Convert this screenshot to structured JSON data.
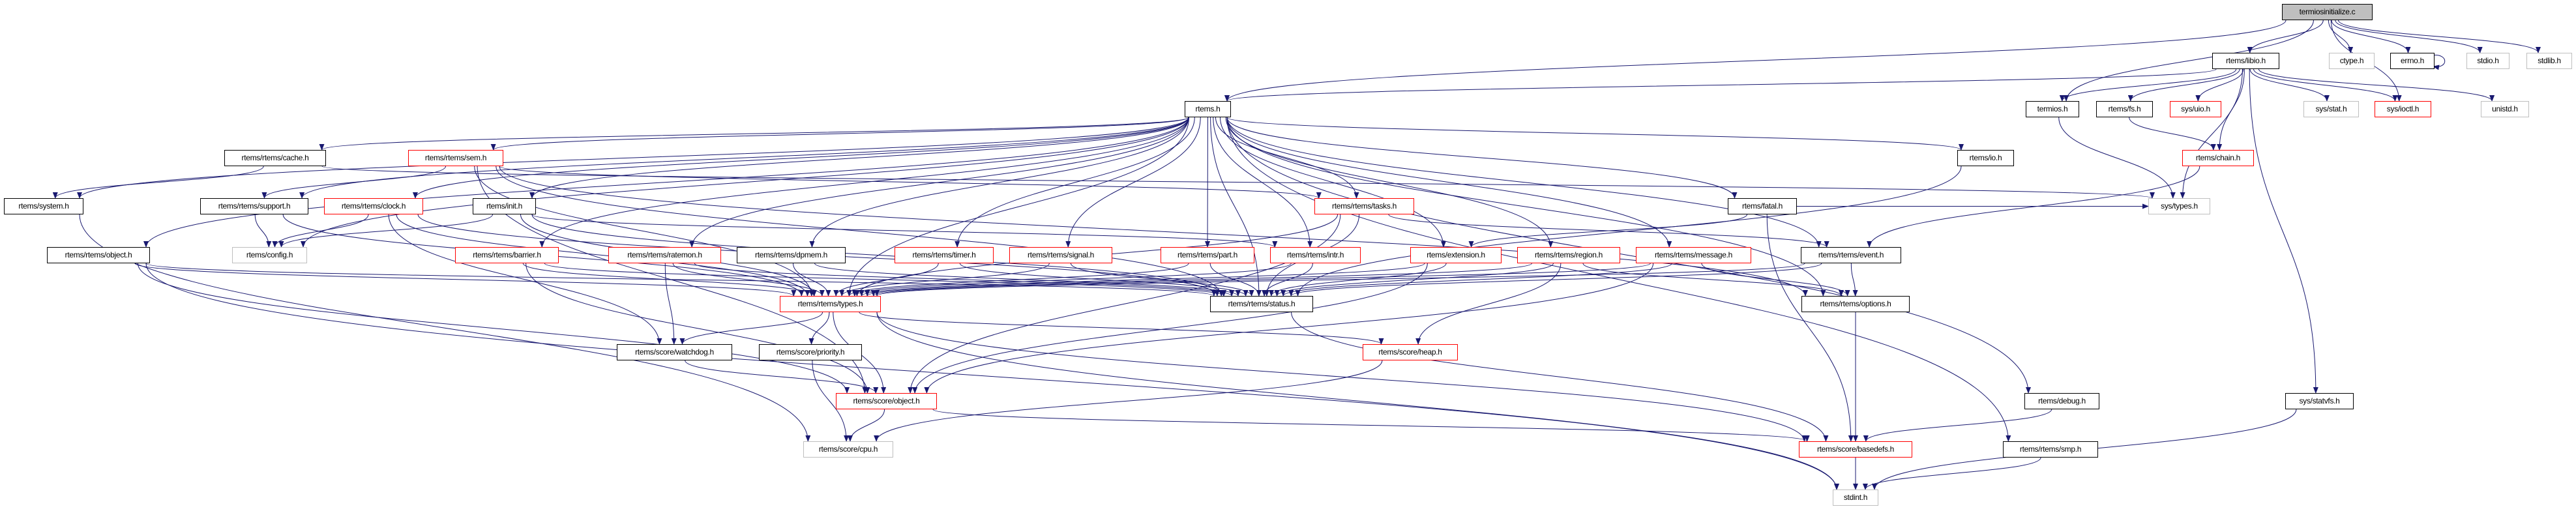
{
  "graph": {
    "edge_color": "#191970",
    "nodes": {
      "root": "termiosinitialize.c",
      "libio": "rtems/libio.h",
      "ctype": "ctype.h",
      "errno": "errno.h",
      "stdio": "stdio.h",
      "stdlib": "stdlib.h",
      "rtems": "rtems.h",
      "termios": "termios.h",
      "fs": "rtems/fs.h",
      "uio": "sys/uio.h",
      "stat": "sys/stat.h",
      "ioctl": "sys/ioctl.h",
      "unistd": "unistd.h",
      "cache": "rtems/rtems/cache.h",
      "sem": "rtems/rtems/sem.h",
      "io": "rtems/io.h",
      "chain": "rtems/chain.h",
      "system": "rtems/system.h",
      "support": "rtems/rtems/support.h",
      "clock": "rtems/rtems/clock.h",
      "init": "rtems/init.h",
      "tasks": "rtems/rtems/tasks.h",
      "fatal": "rtems/fatal.h",
      "systypes": "sys/types.h",
      "object": "rtems/rtems/object.h",
      "config": "rtems/config.h",
      "barrier": "rtems/rtems/barrier.h",
      "ratemon": "rtems/rtems/ratemon.h",
      "dpmem": "rtems/rtems/dpmem.h",
      "timer": "rtems/rtems/timer.h",
      "signal": "rtems/rtems/signal.h",
      "part": "rtems/rtems/part.h",
      "intr": "rtems/rtems/intr.h",
      "extension": "rtems/extension.h",
      "region": "rtems/rtems/region.h",
      "message": "rtems/rtems/message.h",
      "event": "rtems/rtems/event.h",
      "types": "rtems/rtems/types.h",
      "status": "rtems/rtems/status.h",
      "options": "rtems/rtems/options.h",
      "watchdog": "rtems/score/watchdog.h",
      "priority": "rtems/score/priority.h",
      "heap": "rtems/score/heap.h",
      "scoreobj": "rtems/score/object.h",
      "debug": "rtems/debug.h",
      "statvfs": "sys/statvfs.h",
      "cpu": "rtems/score/cpu.h",
      "basedefs": "rtems/score/basedefs.h",
      "smp": "rtems/rtems/smp.h",
      "stdint": "stdint.h"
    },
    "edges": [
      [
        "root",
        "rtems"
      ],
      [
        "root",
        "libio"
      ],
      [
        "root",
        "termios"
      ],
      [
        "root",
        "ctype"
      ],
      [
        "root",
        "errno"
      ],
      [
        "root",
        "stdio"
      ],
      [
        "root",
        "stdlib"
      ],
      [
        "root",
        "ioctl"
      ],
      [
        "errno",
        "errno"
      ],
      [
        "libio",
        "rtems"
      ],
      [
        "libio",
        "termios"
      ],
      [
        "libio",
        "fs"
      ],
      [
        "libio",
        "uio"
      ],
      [
        "libio",
        "chain"
      ],
      [
        "libio",
        "systypes"
      ],
      [
        "libio",
        "stat"
      ],
      [
        "libio",
        "ioctl"
      ],
      [
        "libio",
        "unistd"
      ],
      [
        "libio",
        "statvfs"
      ],
      [
        "termios",
        "systypes"
      ],
      [
        "fs",
        "chain"
      ],
      [
        "chain",
        "event"
      ],
      [
        "rtems",
        "cache"
      ],
      [
        "rtems",
        "sem"
      ],
      [
        "rtems",
        "system"
      ],
      [
        "rtems",
        "support"
      ],
      [
        "rtems",
        "clock"
      ],
      [
        "rtems",
        "init"
      ],
      [
        "rtems",
        "object"
      ],
      [
        "rtems",
        "config"
      ],
      [
        "rtems",
        "barrier"
      ],
      [
        "rtems",
        "ratemon"
      ],
      [
        "rtems",
        "dpmem"
      ],
      [
        "rtems",
        "types"
      ],
      [
        "rtems",
        "tasks"
      ],
      [
        "rtems",
        "timer"
      ],
      [
        "rtems",
        "signal"
      ],
      [
        "rtems",
        "part"
      ],
      [
        "rtems",
        "intr"
      ],
      [
        "rtems",
        "extension"
      ],
      [
        "rtems",
        "region"
      ],
      [
        "rtems",
        "message"
      ],
      [
        "rtems",
        "status"
      ],
      [
        "rtems",
        "fatal"
      ],
      [
        "rtems",
        "io"
      ],
      [
        "rtems",
        "event"
      ],
      [
        "rtems",
        "options"
      ],
      [
        "rtems",
        "debug"
      ],
      [
        "rtems",
        "smp"
      ],
      [
        "cache",
        "system"
      ],
      [
        "cache",
        "systypes"
      ],
      [
        "sem",
        "support"
      ],
      [
        "sem",
        "types"
      ],
      [
        "sem",
        "status"
      ],
      [
        "sem",
        "tasks"
      ],
      [
        "sem",
        "scoreobj"
      ],
      [
        "sem",
        "options"
      ],
      [
        "system",
        "cpu"
      ],
      [
        "support",
        "config"
      ],
      [
        "support",
        "types"
      ],
      [
        "clock",
        "config"
      ],
      [
        "clock",
        "types"
      ],
      [
        "clock",
        "status"
      ],
      [
        "clock",
        "watchdog"
      ],
      [
        "init",
        "config"
      ],
      [
        "init",
        "types"
      ],
      [
        "init",
        "status"
      ],
      [
        "init",
        "intr"
      ],
      [
        "tasks",
        "types"
      ],
      [
        "tasks",
        "status"
      ],
      [
        "tasks",
        "event"
      ],
      [
        "tasks",
        "scoreobj"
      ],
      [
        "fatal",
        "extension"
      ],
      [
        "fatal",
        "basedefs"
      ],
      [
        "fatal",
        "systypes"
      ],
      [
        "object",
        "types"
      ],
      [
        "object",
        "status"
      ],
      [
        "object",
        "scoreobj"
      ],
      [
        "object",
        "stdint"
      ],
      [
        "barrier",
        "types"
      ],
      [
        "barrier",
        "status"
      ],
      [
        "barrier",
        "scoreobj"
      ],
      [
        "ratemon",
        "types"
      ],
      [
        "ratemon",
        "status"
      ],
      [
        "ratemon",
        "watchdog"
      ],
      [
        "dpmem",
        "types"
      ],
      [
        "dpmem",
        "status"
      ],
      [
        "timer",
        "types"
      ],
      [
        "timer",
        "status"
      ],
      [
        "signal",
        "types"
      ],
      [
        "signal",
        "status"
      ],
      [
        "part",
        "types"
      ],
      [
        "part",
        "status"
      ],
      [
        "intr",
        "types"
      ],
      [
        "intr",
        "status"
      ],
      [
        "extension",
        "types"
      ],
      [
        "extension",
        "status"
      ],
      [
        "extension",
        "scoreobj"
      ],
      [
        "region",
        "types"
      ],
      [
        "region",
        "status"
      ],
      [
        "region",
        "heap"
      ],
      [
        "region",
        "options"
      ],
      [
        "message",
        "types"
      ],
      [
        "message",
        "status"
      ],
      [
        "message",
        "options"
      ],
      [
        "message",
        "scoreobj"
      ],
      [
        "event",
        "types"
      ],
      [
        "event",
        "status"
      ],
      [
        "event",
        "options"
      ],
      [
        "io",
        "status"
      ],
      [
        "types",
        "watchdog"
      ],
      [
        "types",
        "priority"
      ],
      [
        "types",
        "scoreobj"
      ],
      [
        "types",
        "heap"
      ],
      [
        "types",
        "stdint"
      ],
      [
        "types",
        "basedefs"
      ],
      [
        "status",
        "basedefs"
      ],
      [
        "options",
        "basedefs"
      ],
      [
        "watchdog",
        "scoreobj"
      ],
      [
        "priority",
        "cpu"
      ],
      [
        "heap",
        "cpu"
      ],
      [
        "scoreobj",
        "cpu"
      ],
      [
        "scoreobj",
        "basedefs"
      ],
      [
        "debug",
        "basedefs"
      ],
      [
        "basedefs",
        "stdint"
      ],
      [
        "smp",
        "stdint"
      ],
      [
        "statvfs",
        "stdint"
      ]
    ]
  }
}
